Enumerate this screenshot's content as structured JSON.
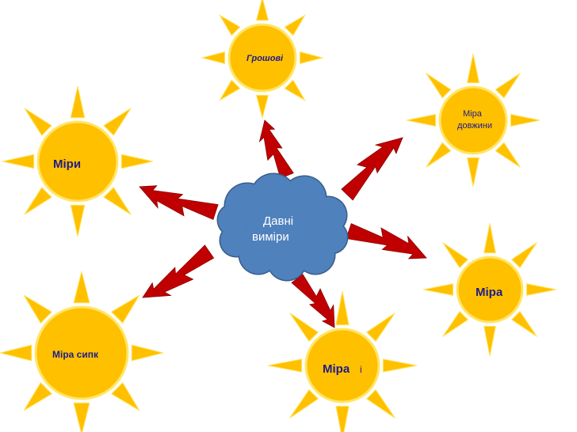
{
  "center": {
    "label_line1": "Давні",
    "label_line2": "виміри"
  },
  "suns": [
    {
      "id": "money",
      "label": "Грошові",
      "italic": true
    },
    {
      "id": "length",
      "label_line1": "Міра",
      "label_line2": "довжини"
    },
    {
      "id": "measures",
      "label": "Міри"
    },
    {
      "id": "right",
      "label": "Міра"
    },
    {
      "id": "bottom",
      "label": "Міра",
      "tail": "і"
    },
    {
      "id": "bulk",
      "label": "Міра  сипк"
    }
  ],
  "colors": {
    "sun_fill": "#ffc000",
    "sun_inner": "#ffd21a",
    "sun_stroke": "#ffe566",
    "ray_fill": "#ffc000",
    "cloud_fill": "#4f81bd",
    "cloud_stroke": "#385d8a",
    "bolt_fill": "#c00000",
    "label_color": "#1c1c8a"
  }
}
